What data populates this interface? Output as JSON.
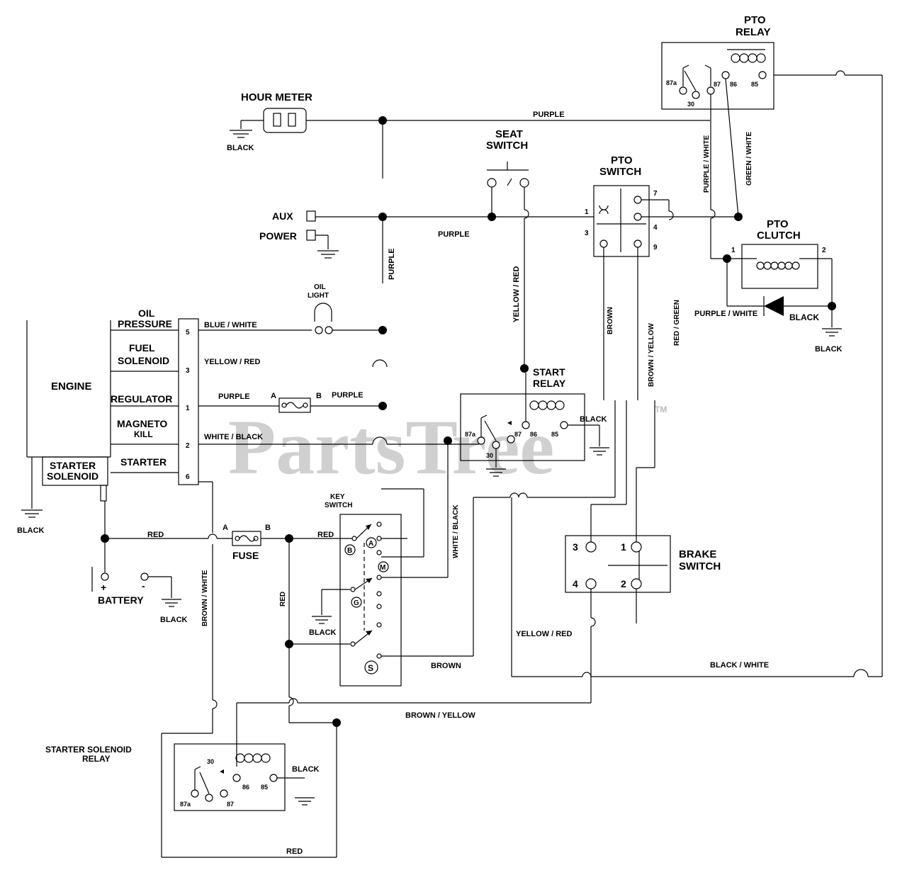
{
  "watermark": {
    "text": "PartsTree",
    "tm": "TM"
  },
  "components": {
    "hour_meter": "HOUR METER",
    "seat_switch": [
      "SEAT",
      "SWITCH"
    ],
    "pto_switch": [
      "PTO",
      "SWITCH"
    ],
    "pto_relay": [
      "PTO",
      "RELAY"
    ],
    "pto_clutch": [
      "PTO",
      "CLUTCH"
    ],
    "aux": "AUX",
    "power": "POWER",
    "oil_light": [
      "OIL",
      "LIGHT"
    ],
    "engine": "ENGINE",
    "starter_solenoid": [
      "STARTER",
      "SOLENOID"
    ],
    "start_relay": [
      "START",
      "RELAY"
    ],
    "key_switch": [
      "KEY",
      "SWITCH"
    ],
    "fuse": "FUSE",
    "battery": "BATTERY",
    "brake_switch": [
      "BRAKE",
      "SWITCH"
    ],
    "starter_solenoid_relay": [
      "STARTER SOLENOID",
      "RELAY"
    ]
  },
  "engine_terminals": {
    "oil_pressure": [
      "OIL",
      "PRESSURE"
    ],
    "fuel_solenoid": [
      "FUEL",
      "SOLENOID"
    ],
    "regulator": "REGULATOR",
    "magneto_kill": [
      "MAGNETO",
      "KILL"
    ],
    "starter": "STARTER",
    "pins": [
      "5",
      "3",
      "1",
      "2",
      "6"
    ]
  },
  "wires": {
    "black": "BLACK",
    "purple": "PURPLE",
    "purple_white": "PURPLE / WHITE",
    "green_white": "GREEN / WHITE",
    "yellow_red": "YELLOW / RED",
    "brown": "BROWN",
    "brown_yellow": "BROWN / YELLOW",
    "red_green": "RED / GREEN",
    "blue_white": "BLUE / WHITE",
    "white_black": "WHITE / BLACK",
    "red": "RED",
    "brown_white": "BROWN / WHITE",
    "black_white": "BLACK / WHITE"
  },
  "relay_pins": {
    "p87a": "87a",
    "p30": "30",
    "p87": "87",
    "p86": "86",
    "p85": "85"
  },
  "pto_switch_pins": [
    "1",
    "3",
    "7",
    "4",
    "9"
  ],
  "pto_clutch_pins": [
    "1",
    "2"
  ],
  "brake_switch_pins": [
    "3",
    "1",
    "4",
    "2"
  ],
  "fuse_terminals": [
    "A",
    "B"
  ],
  "key_switch_terminals": [
    "A",
    "B",
    "M",
    "G",
    "S"
  ],
  "battery_terminals": [
    "+",
    "-"
  ]
}
